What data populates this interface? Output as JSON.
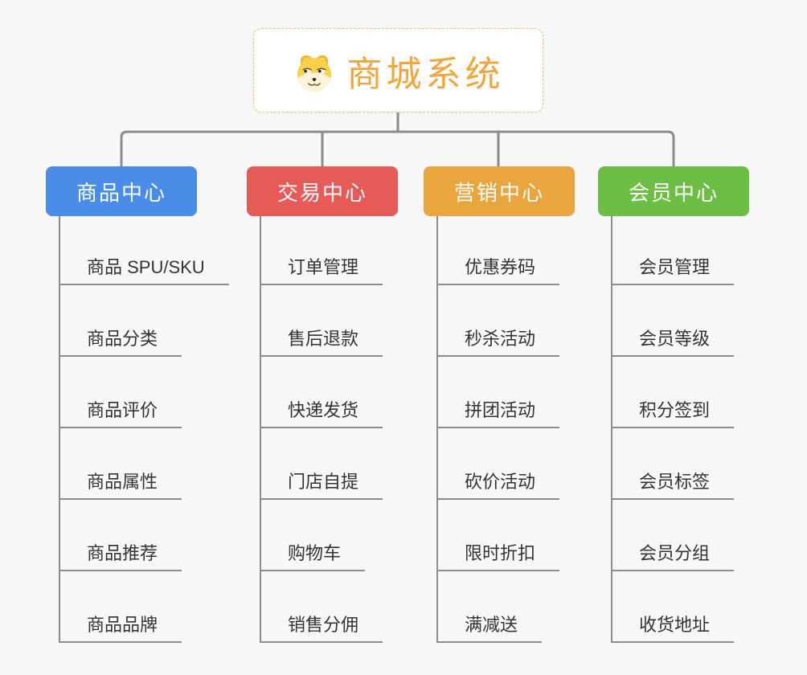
{
  "root": {
    "title": "商城系统",
    "icon": "shiba-dog-icon",
    "title_color": "#f0a63c"
  },
  "connector_color": "#8c8c8c",
  "branches": [
    {
      "label": "商品中心",
      "color": "#4a8de8",
      "children": [
        "商品 SPU/SKU",
        "商品分类",
        "商品评价",
        "商品属性",
        "商品推荐",
        "商品品牌"
      ]
    },
    {
      "label": "交易中心",
      "color": "#e65b58",
      "children": [
        "订单管理",
        "售后退款",
        "快递发货",
        "门店自提",
        "购物车",
        "销售分佣"
      ]
    },
    {
      "label": "营销中心",
      "color": "#eaa63e",
      "children": [
        "优惠券码",
        "秒杀活动",
        "拼团活动",
        "砍价活动",
        "限时折扣",
        "满减送"
      ]
    },
    {
      "label": "会员中心",
      "color": "#6cbe45",
      "children": [
        "会员管理",
        "会员等级",
        "积分签到",
        "会员标签",
        "会员分组",
        "收货地址"
      ]
    }
  ]
}
